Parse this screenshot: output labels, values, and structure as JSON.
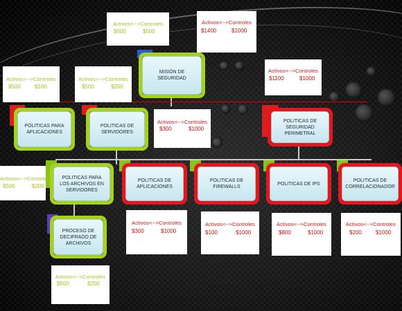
{
  "colors": {
    "green_border": "#a6d31a",
    "red_border": "#e8151c",
    "green_text": "#a6c21a",
    "red_text": "#d90d0d"
  },
  "nodes": {
    "mision": "MISIÓN DE SEGURIDAD",
    "pol_aplicaciones": "POLITICAS PARA APLICACIONES",
    "pol_servidores": "POLITICAS DE SERVIDORES",
    "pol_perimetral": "POLITICAS DE SEGURIDAD PERIMETRAL",
    "pol_archivos": "POLITICAS PARA LOS ARCHIVOS EN SERVIDORES",
    "pol_aplicaciones2": "POLITICAS DE APLICACIONES",
    "pol_firewalls": "POLITICAS DE FIREWALLS",
    "pol_ips": "POLITICAS DE IPS",
    "pol_correlacionador": "POLITICAS DE CORRELACIONADOR",
    "proceso_decifrado": "PROCESO DE DECIFRADO DE ARCHIVOS"
  },
  "cards": [
    {
      "id": "c1",
      "header": "Activos<-->Controles",
      "activos": "$500",
      "controles": "$500",
      "color": "green"
    },
    {
      "id": "c2",
      "header": "Activos<-->Controles",
      "activos": "$1400",
      "controles": "$1000",
      "color": "red"
    },
    {
      "id": "c3",
      "header": "Activos<-->Controles",
      "activos": "$500",
      "controles": "$100",
      "color": "green"
    },
    {
      "id": "c4",
      "header": "Activos<-->Controles",
      "activos": "$500",
      "controles": "$200",
      "color": "green"
    },
    {
      "id": "c5",
      "header": "Activos<-->Controles",
      "activos": "$1100",
      "controles": "$1000",
      "color": "red"
    },
    {
      "id": "c6",
      "header": "Activos<-->Controles",
      "activos": "$300",
      "controles": "$1000",
      "color": "red"
    },
    {
      "id": "c7",
      "header": "Activos<-->Controles",
      "activos": "$500",
      "controles": "$200",
      "color": "green"
    },
    {
      "id": "c8",
      "header": "Activos<-->Controles",
      "activos": "$300",
      "controles": "$1000",
      "color": "red"
    },
    {
      "id": "c9",
      "header": "Activos<-->Controles",
      "activos": "$100",
      "controles": "$1000",
      "color": "red"
    },
    {
      "id": "c10",
      "header": "Activos<-->Controles",
      "activos": "$800",
      "controles": "$1000",
      "color": "red"
    },
    {
      "id": "c11",
      "header": "Activos<-->Controles",
      "activos": "$200",
      "controles": "$1000",
      "color": "red"
    },
    {
      "id": "c12",
      "header": "Activos<-->Controles",
      "activos": "$500",
      "controles": "$200",
      "color": "green"
    }
  ]
}
